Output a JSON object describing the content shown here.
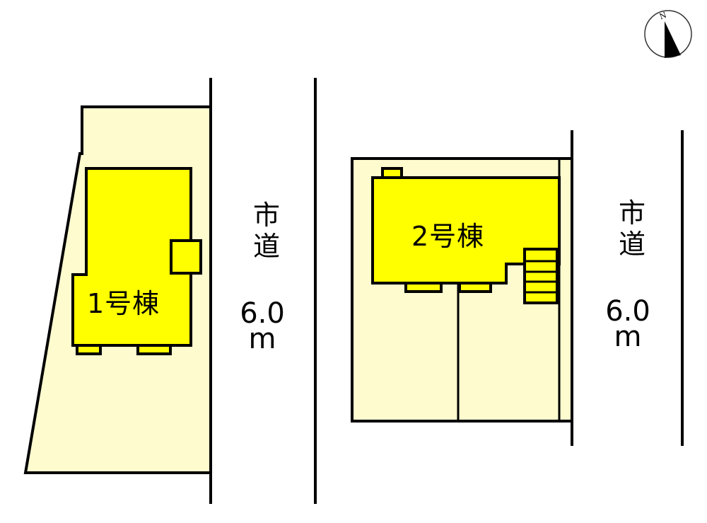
{
  "compass": {
    "label": "N",
    "icon": "north-arrow-icon"
  },
  "buildings": [
    {
      "id": 1,
      "label": "1号棟"
    },
    {
      "id": 2,
      "label": "2号棟"
    }
  ],
  "roads": [
    {
      "name_line1": "市",
      "name_line2": "道",
      "width_value": "6.0",
      "width_unit": "m"
    },
    {
      "name_line1": "市",
      "name_line2": "道",
      "width_value": "6.0",
      "width_unit": "m"
    }
  ],
  "colors": {
    "lot_fill": "#fefbcf",
    "building_fill": "#ffff00",
    "outline": "#000000",
    "background": "#ffffff"
  }
}
